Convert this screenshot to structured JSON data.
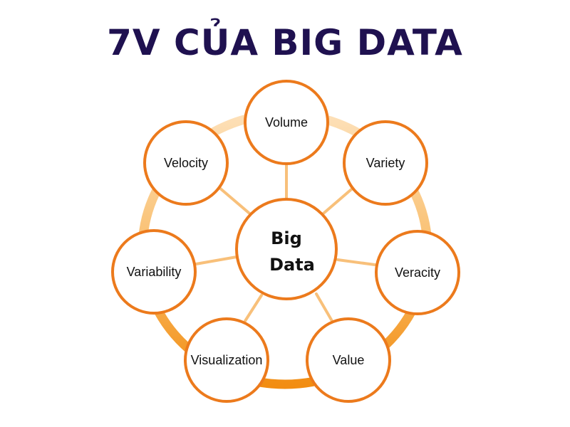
{
  "title": "7V CỦA BIG DATA",
  "center": {
    "line1": "Big",
    "line2": "Data"
  },
  "nodes": [
    {
      "label": "Volume"
    },
    {
      "label": "Variety"
    },
    {
      "label": "Veracity"
    },
    {
      "label": "Value"
    },
    {
      "label": "Visualization"
    },
    {
      "label": "Variability"
    },
    {
      "label": "Velocity"
    }
  ],
  "colors": {
    "title": "#1f1150",
    "circle_stroke": "#ec7a1c",
    "ring_light": "#fbd199",
    "ring_dark": "#f49a1e",
    "spoke": "#f8c07a"
  }
}
